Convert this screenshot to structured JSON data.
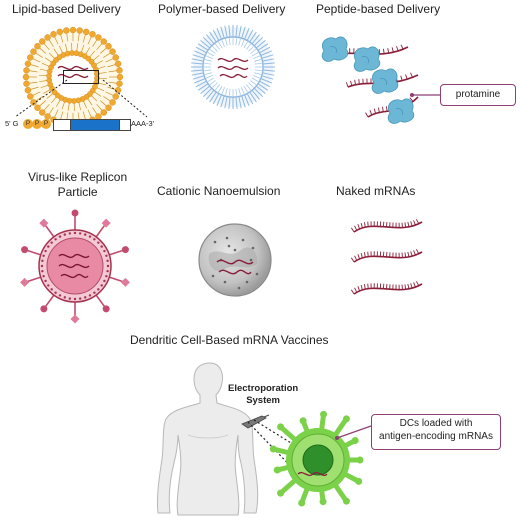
{
  "labels": {
    "lipid": "Lipid-based Delivery",
    "polymer": "Polymer-based Delivery",
    "peptide": "Peptide-based Delivery",
    "vlrp_line1": "Virus-like Replicon",
    "vlrp_line2": "Particle",
    "cationic": "Cationic Nanoemulsion",
    "naked": "Naked mRNAs",
    "dendritic": "Dendritic Cell-Based mRNA Vaccines"
  },
  "mrna_construct": {
    "five_prime": "5' G",
    "cap": [
      "P",
      "P",
      "P"
    ],
    "three_prime": "AAA-3'"
  },
  "callouts": {
    "protamine": "protamine",
    "dcs_line1": "DCs loaded with",
    "dcs_line2": "antigen-encoding mRNAs"
  },
  "device": {
    "line1": "Electroporation",
    "line2": "System"
  },
  "colors": {
    "lipid_head": "#f0a830",
    "polymer": "#8fb8df",
    "peptide": "#6cb6d6",
    "mrna": "#8a1f3a",
    "virus": "#c24b6e",
    "dc_cell": "#7bd24a",
    "callout_border": "#8e3f78",
    "utr_blue": "#1a73c9"
  }
}
